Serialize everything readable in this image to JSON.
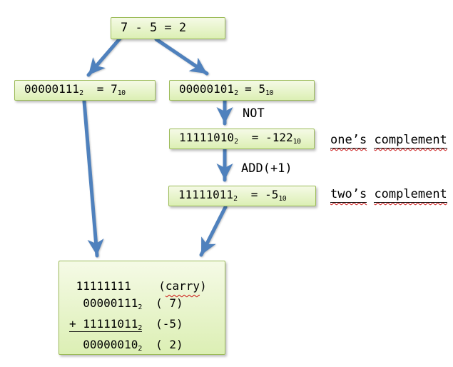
{
  "diagram": {
    "equation": "7 - 5 = 2",
    "boxes": {
      "seven": [
        {
          "t": "00000111"
        },
        {
          "t": "2",
          "s": "sub"
        },
        {
          "t": "  = 7"
        },
        {
          "t": "10",
          "s": "sub"
        }
      ],
      "five": [
        {
          "t": "00000101"
        },
        {
          "t": "2",
          "s": "sub"
        },
        {
          "t": " = 5"
        },
        {
          "t": "10",
          "s": "sub"
        }
      ],
      "ones": [
        {
          "t": "11111010"
        },
        {
          "t": "2",
          "s": "sub"
        },
        {
          "t": "  = -122"
        },
        {
          "t": "10",
          "s": "sub"
        }
      ],
      "twos": [
        {
          "t": "11111011"
        },
        {
          "t": "2",
          "s": "sub"
        },
        {
          "t": "  = -5"
        },
        {
          "t": "10",
          "s": "sub"
        }
      ]
    },
    "operations": {
      "not": "NOT",
      "add": "ADD(+1)"
    },
    "side_labels": {
      "ones": [
        {
          "t": "one’s",
          "s": "ul wavy"
        },
        {
          "t": " "
        },
        {
          "t": "complement",
          "s": "ul wavy"
        }
      ],
      "twos": [
        {
          "t": "two’s",
          "s": "ul wavy"
        },
        {
          "t": " "
        },
        {
          "t": "complement",
          "s": "ul wavy"
        }
      ]
    },
    "sum_box": {
      "lines": [
        [
          {
            "t": " 11111111    ("
          },
          {
            "t": "carry",
            "s": "wavy"
          },
          {
            "t": ")"
          }
        ],
        [
          {
            "t": "  00000111"
          },
          {
            "t": "2",
            "s": "sub"
          },
          {
            "t": "  ( 7)"
          }
        ],
        [
          {
            "s": "ul",
            "g": [
              {
                "t": "+ 11111011"
              },
              {
                "t": "2",
                "s": "sub"
              }
            ]
          },
          {
            "t": "  (-5)"
          }
        ],
        [
          {
            "t": "  00000010"
          },
          {
            "t": "2",
            "s": "sub"
          },
          {
            "t": "  ( 2)"
          }
        ]
      ]
    },
    "colors": {
      "box_border": "#9cbb59",
      "box_fill_top": "#f5fae6",
      "box_fill_bottom": "#dcefb4",
      "arrow": "#4f81bd",
      "squiggle": "#cc1111",
      "text": "#000000"
    }
  }
}
